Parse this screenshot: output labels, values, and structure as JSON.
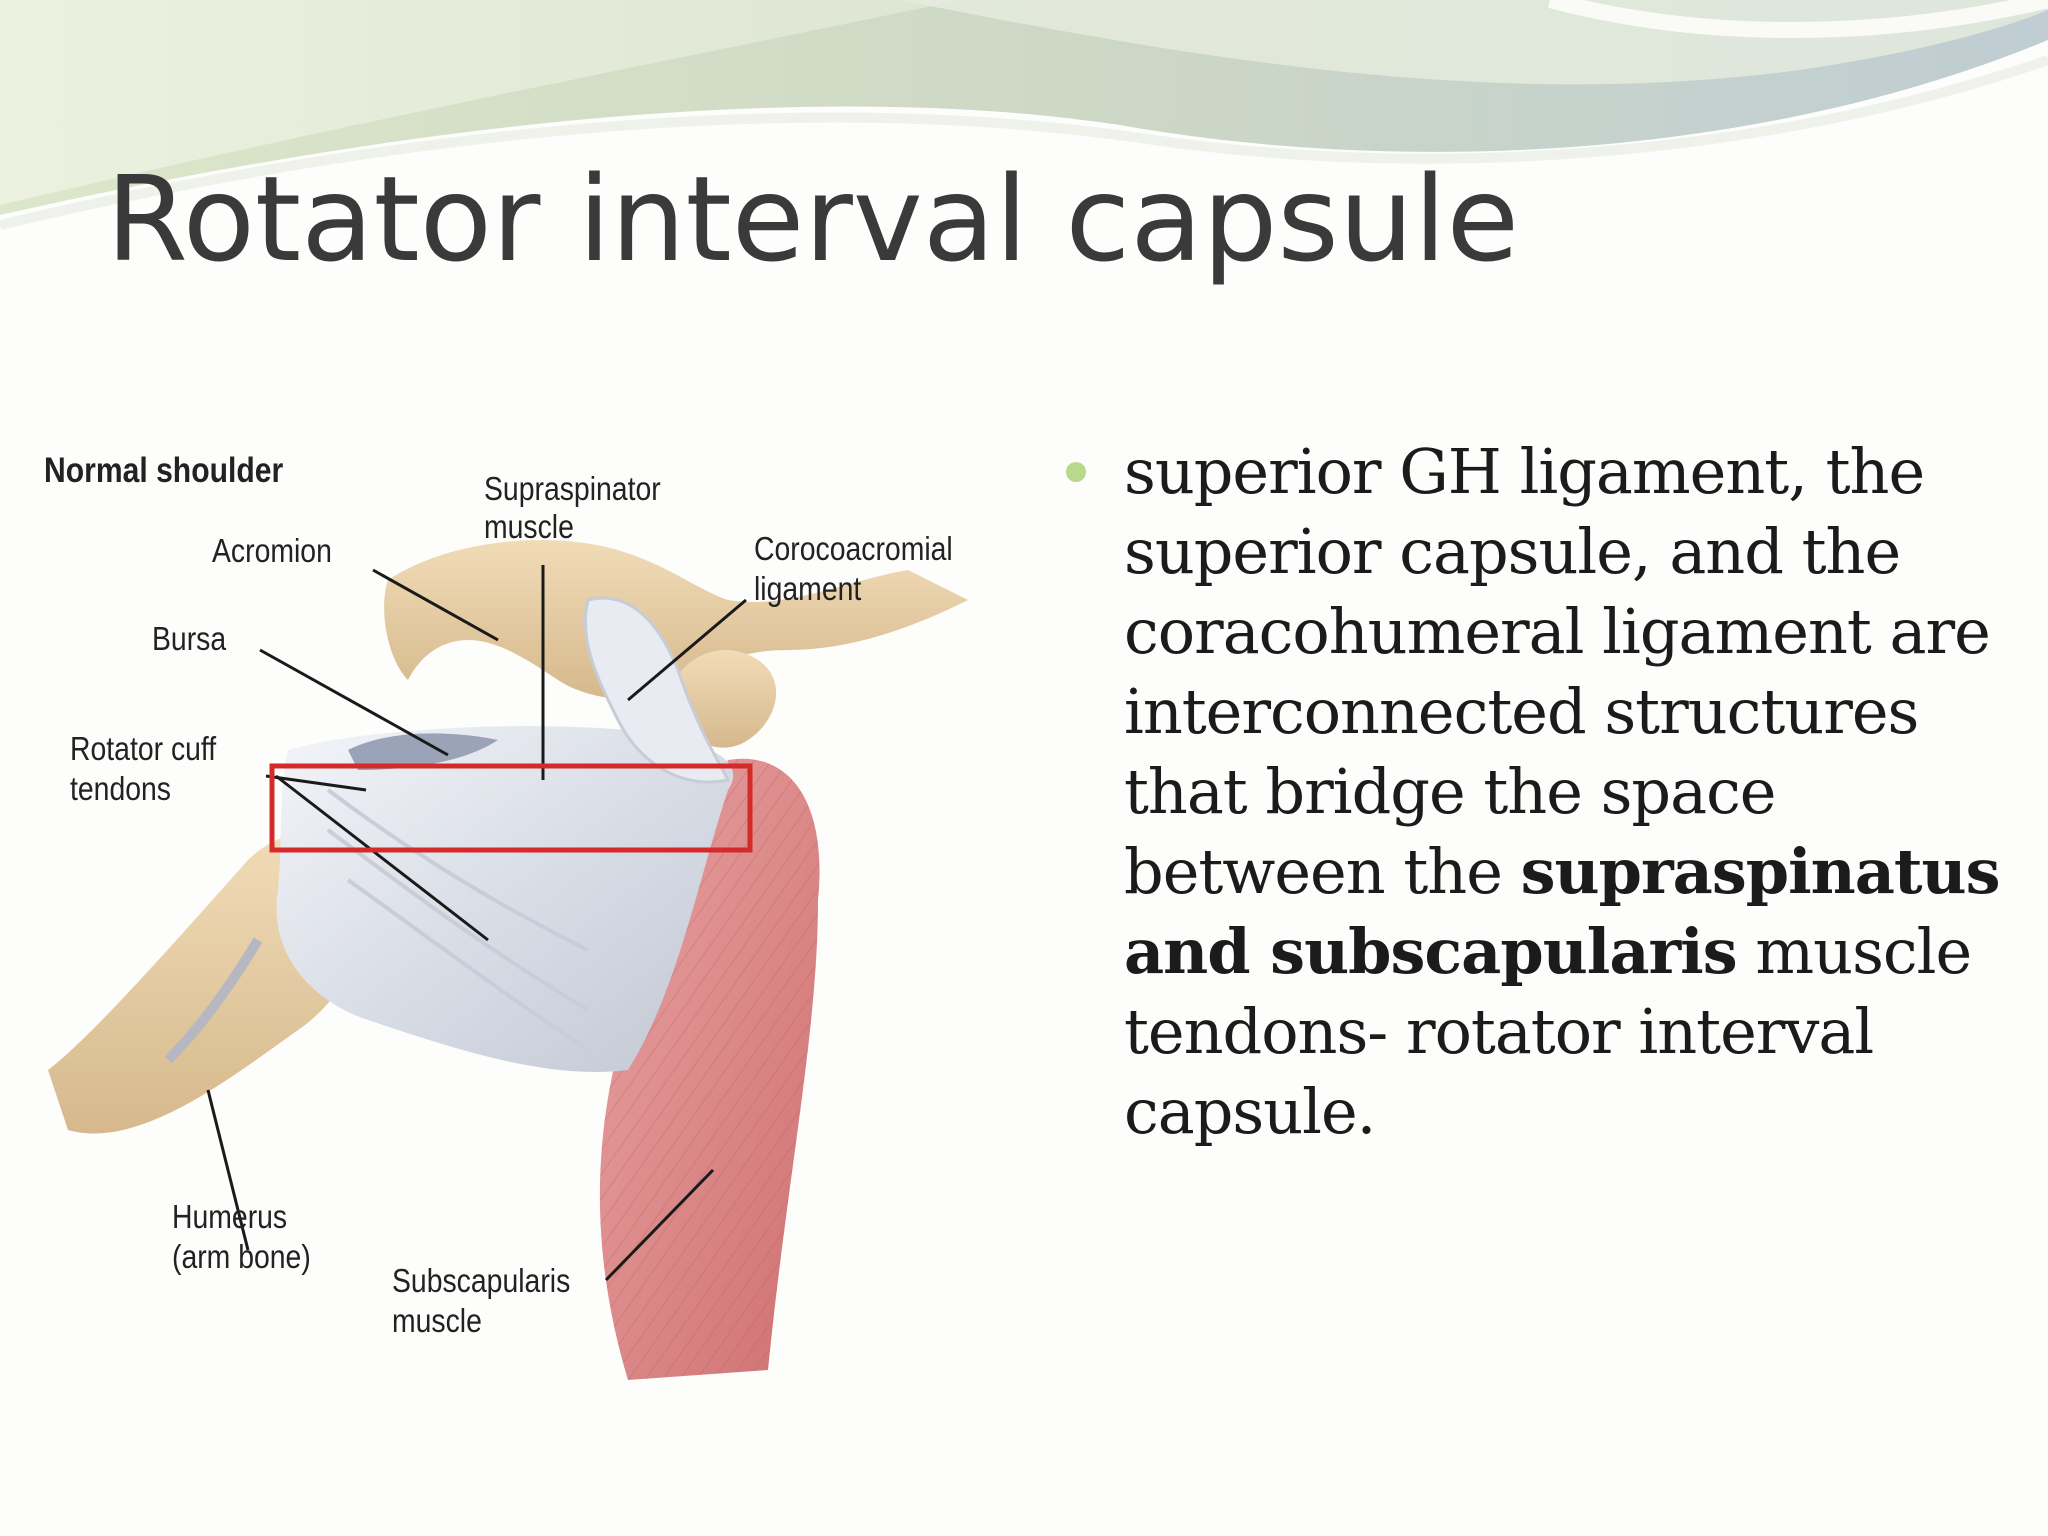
{
  "slide": {
    "title": "Rotator interval capsule"
  },
  "figure": {
    "heading": "Normal shoulder",
    "labels": {
      "acromion": "Acromion",
      "bursa": "Bursa",
      "rotator_cuff_line1": "Rotator cuff",
      "rotator_cuff_line2": "tendons",
      "supraspinator_line1": "Supraspinator",
      "supraspinator_line2": "muscle",
      "corocoacromial_line1": "Corocoacromial",
      "corocoacromial_line2": "ligament",
      "humerus_line1": "Humerus",
      "humerus_line2": "(arm bone)",
      "subscapularis_line1": "Subscapularis",
      "subscapularis_line2": "muscle"
    },
    "highlight_color": "#d42a2a"
  },
  "bullet": {
    "part1": "superior GH ligament, the superior capsule, and the coracohumeral ligament are interconnected structures that bridge the space between the ",
    "bold": "supraspinatus and subscapularis",
    "part2": " muscle tendons- rotator interval capsule."
  },
  "colors": {
    "bullet_dot": "#b9d88c",
    "muscle": "#d98383",
    "tendon": "#d7dce6",
    "bone": "#e6cda6"
  }
}
